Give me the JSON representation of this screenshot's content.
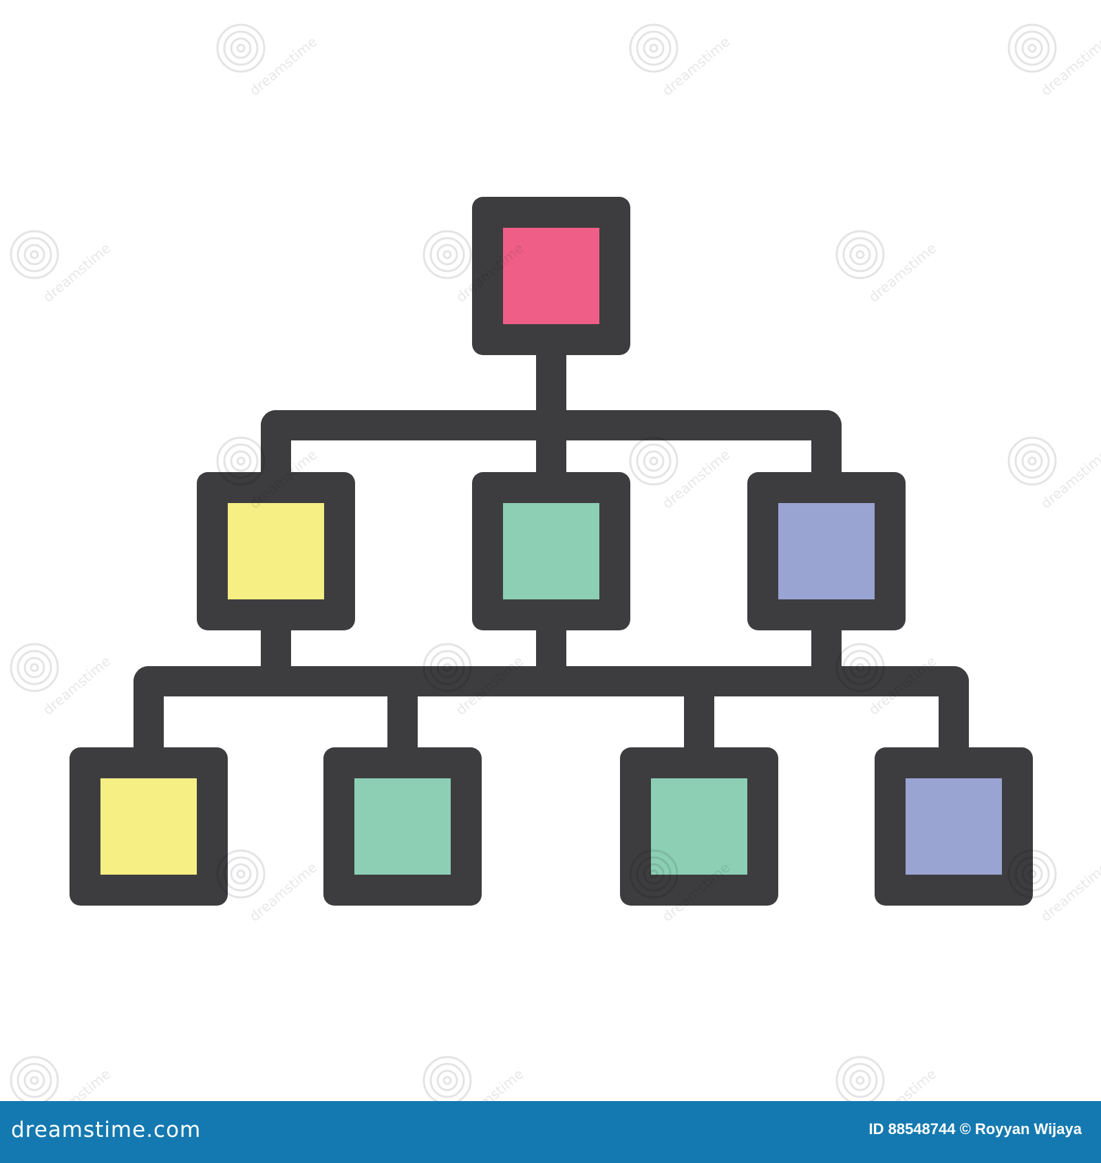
{
  "diagram": {
    "type": "hierarchy",
    "frame_color": "#3d3d3f",
    "nodes": [
      {
        "id": "root",
        "level": 0,
        "fill": "#ee5e86"
      },
      {
        "id": "l1-a",
        "level": 1,
        "fill": "#f6ef84",
        "parent": "root"
      },
      {
        "id": "l1-b",
        "level": 1,
        "fill": "#8ccfb4",
        "parent": "root"
      },
      {
        "id": "l1-c",
        "level": 1,
        "fill": "#9aa4d3",
        "parent": "root"
      },
      {
        "id": "l2-a",
        "level": 2,
        "fill": "#f6ef84"
      },
      {
        "id": "l2-b",
        "level": 2,
        "fill": "#8ccfb4"
      },
      {
        "id": "l2-c",
        "level": 2,
        "fill": "#8ccfb4"
      },
      {
        "id": "l2-d",
        "level": 2,
        "fill": "#9aa4d3"
      }
    ]
  },
  "watermark": {
    "text": "dreamstime"
  },
  "footer": {
    "background": "#1479b0",
    "logo_text": "dreamstime.com",
    "credit": "ID 88548744 © Royyan Wijaya"
  }
}
